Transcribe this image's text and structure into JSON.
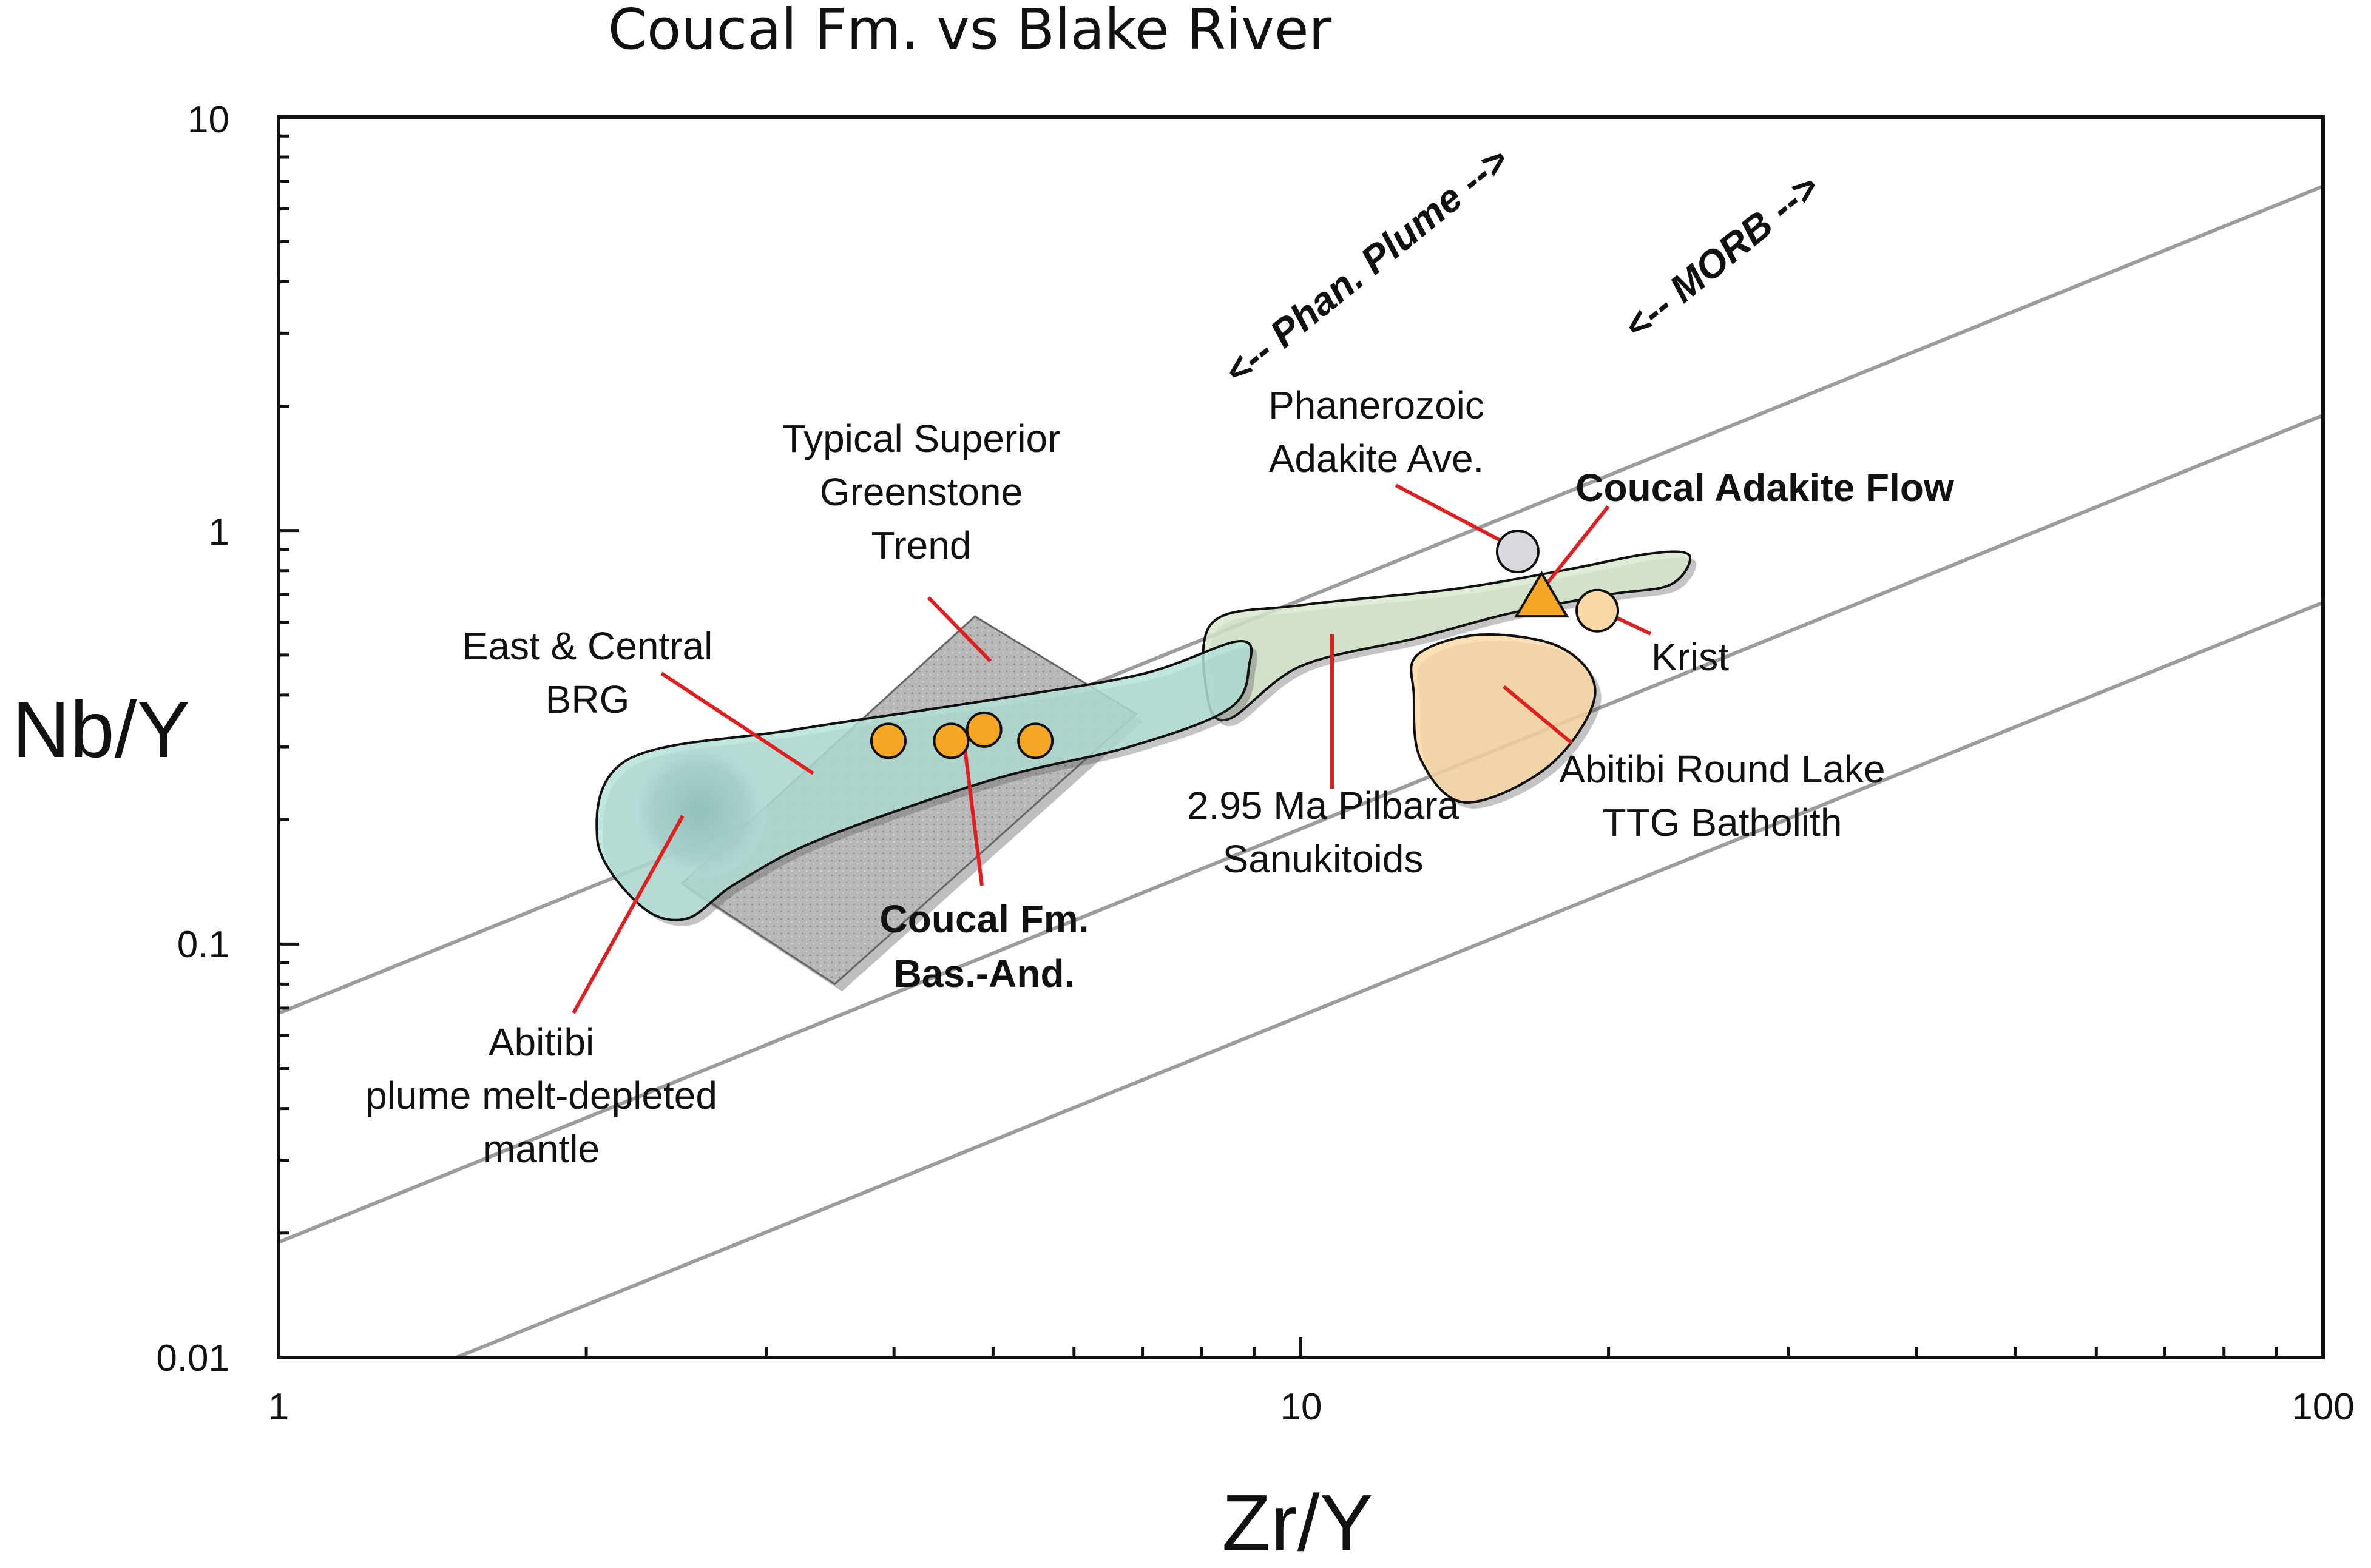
{
  "chart_data": {
    "type": "scatter",
    "title": "Coucal Fm. vs Blake River",
    "xlabel": "Zr/Y",
    "ylabel": "Nb/Y",
    "xscale": "log",
    "yscale": "log",
    "xlim": [
      1,
      100
    ],
    "ylim": [
      0.01,
      10
    ],
    "x_tick_labels": [
      "1",
      "10",
      "100"
    ],
    "y_tick_labels": [
      "0.01",
      "0.1",
      "1",
      "10"
    ],
    "grid": false,
    "legend": "none",
    "reference_lines": [
      {
        "name": "line-1",
        "y_at_x1": 0.068
      },
      {
        "name": "line-2",
        "y_at_x1": 0.019
      },
      {
        "name": "line-3",
        "y_at_x1": 0.0067
      }
    ],
    "trend_labels": [
      {
        "text": "<-- Phan. Plume -->",
        "x": 10.5,
        "y": 3.0
      },
      {
        "text": "<-- MORB -->",
        "x": 24,
        "y": 3.3
      }
    ],
    "series": [
      {
        "name": "Coucal Fm. Bas.-And.",
        "marker": "circle",
        "color": "#f5a623",
        "points": [
          [
            3.95,
            0.31
          ],
          [
            4.55,
            0.31
          ],
          [
            4.9,
            0.33
          ],
          [
            5.5,
            0.31
          ]
        ]
      },
      {
        "name": "Coucal Adakite Flow",
        "marker": "triangle",
        "color": "#f5a623",
        "points": [
          [
            17.2,
            0.68
          ]
        ]
      },
      {
        "name": "Phanerozoic Adakite Ave.",
        "marker": "circle",
        "color": "#d8d8de",
        "points": [
          [
            16.3,
            0.89
          ]
        ]
      },
      {
        "name": "Krist",
        "marker": "circle",
        "color": "#fbd7a6",
        "points": [
          [
            19.5,
            0.64
          ]
        ]
      }
    ],
    "fields": [
      {
        "name": "East & Central BRG",
        "color": "#b3e0d9",
        "polygon": [
          [
            2.2,
            0.28
          ],
          [
            3.2,
            0.33
          ],
          [
            5,
            0.39
          ],
          [
            7,
            0.45
          ],
          [
            8.7,
            0.54
          ],
          [
            8.9,
            0.47
          ],
          [
            8.5,
            0.37
          ],
          [
            6.8,
            0.3
          ],
          [
            5,
            0.25
          ],
          [
            3.4,
            0.18
          ],
          [
            2.8,
            0.14
          ],
          [
            2.5,
            0.115
          ],
          [
            2.25,
            0.125
          ],
          [
            2.05,
            0.18
          ]
        ]
      },
      {
        "name": "Typical Superior Greenstone Trend",
        "color": "#b4b4b4",
        "polygon": [
          [
            2.48,
            0.14
          ],
          [
            4.8,
            0.62
          ],
          [
            6.9,
            0.36
          ],
          [
            3.5,
            0.08
          ]
        ]
      },
      {
        "name": "Abitibi plume melt-depleted mantle",
        "color": "#9ccac4",
        "polygon": [
          [
            2.58,
            0.21
          ]
        ]
      },
      {
        "name": "2.95 Ma Pilbara Sanukitoids",
        "color": "#d7e7cc",
        "polygon": [
          [
            8.2,
            0.6
          ],
          [
            10,
            0.66
          ],
          [
            14,
            0.72
          ],
          [
            18,
            0.8
          ],
          [
            22,
            0.88
          ],
          [
            24,
            0.87
          ],
          [
            23,
            0.74
          ],
          [
            20,
            0.7
          ],
          [
            16,
            0.63
          ],
          [
            13,
            0.55
          ],
          [
            10,
            0.47
          ],
          [
            8.5,
            0.35
          ],
          [
            8.1,
            0.4
          ]
        ]
      },
      {
        "name": "Abitibi Round Lake TTG Batholith",
        "color": "#fbd8a2",
        "polygon": [
          [
            13,
            0.5
          ],
          [
            15,
            0.56
          ],
          [
            18,
            0.52
          ],
          [
            19.4,
            0.4
          ],
          [
            17.5,
            0.27
          ],
          [
            14.5,
            0.22
          ],
          [
            13.1,
            0.28
          ],
          [
            12.9,
            0.4
          ]
        ]
      }
    ],
    "annotations": [
      {
        "label": "Typical Superior\nGreenstone\nTrend",
        "bold": false
      },
      {
        "label": "East & Central\nBRG",
        "bold": false
      },
      {
        "label": "Coucal Fm.\nBas.-And.",
        "bold": true
      },
      {
        "label": "Abitibi\nplume melt-depleted\nmantle",
        "bold": false
      },
      {
        "label": "Phanerozoic\nAdakite Ave.",
        "bold": false
      },
      {
        "label": "Coucal Adakite Flow",
        "bold": true
      },
      {
        "label": "Krist",
        "bold": false
      },
      {
        "label": "2.95 Ma Pilbara\nSanukitoids",
        "bold": false
      },
      {
        "label": "Abitibi Round Lake\nTTG Batholith",
        "bold": false
      }
    ]
  }
}
